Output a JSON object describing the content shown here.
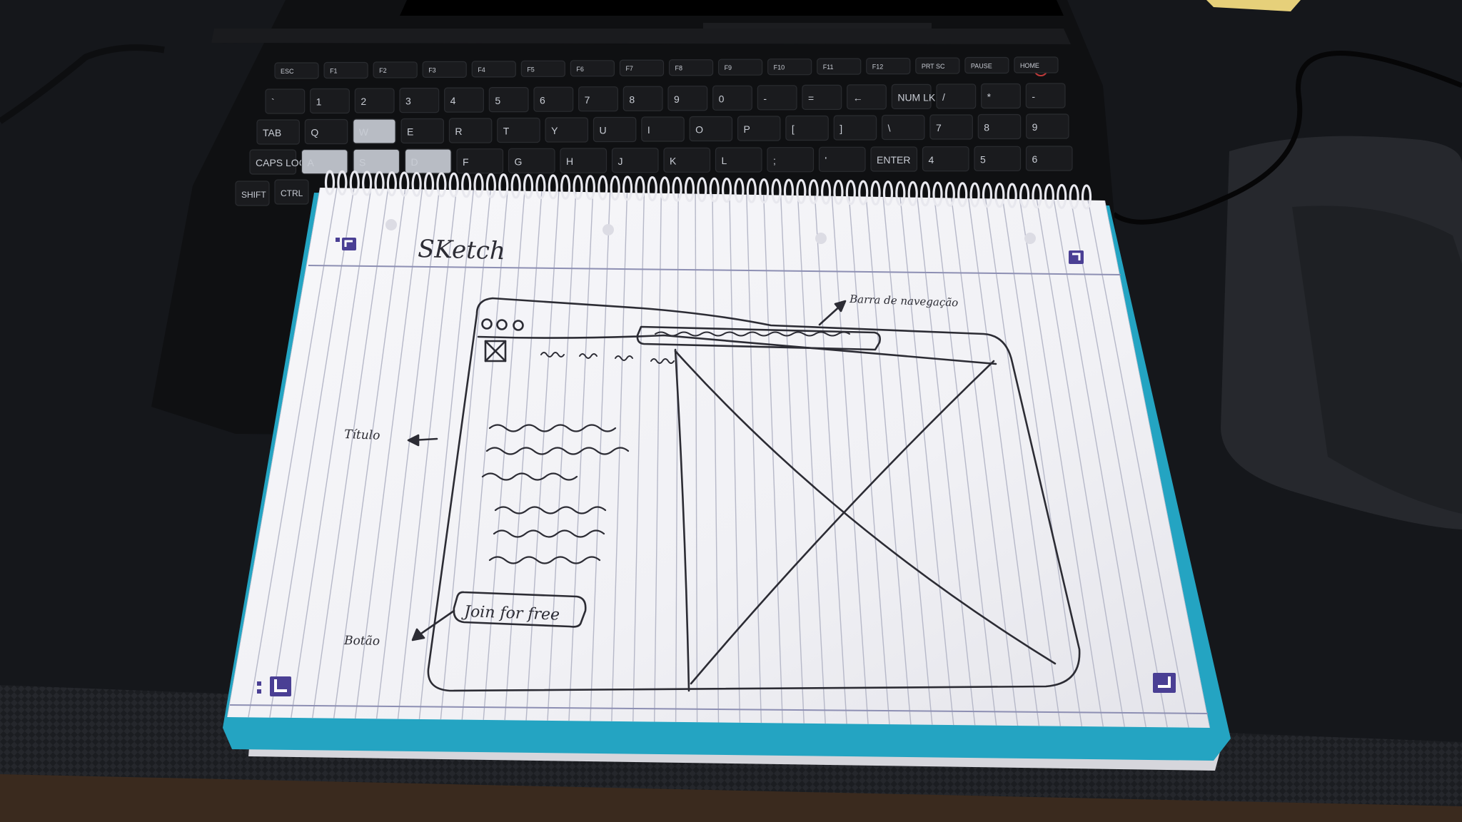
{
  "sketch": {
    "title": "SKetch",
    "annotations": {
      "nav_bar_label": "Barra de navegação",
      "title_label": "Título",
      "button_label": "Botão"
    },
    "button_text": "Join for free",
    "window_dots": "ooo"
  },
  "keyboard": {
    "row_function": [
      "ESC",
      "F1",
      "F2",
      "F3",
      "F4",
      "F5",
      "F6",
      "F7",
      "F8",
      "F9",
      "F10",
      "F11",
      "F12",
      "PRT SC",
      "PAUSE",
      "HOME"
    ],
    "row_numbers": [
      "`",
      "1",
      "2",
      "3",
      "4",
      "5",
      "6",
      "7",
      "8",
      "9",
      "0",
      "-",
      "=",
      "←",
      "NUM LK",
      "/",
      "*",
      "-"
    ],
    "row_qwerty": [
      "TAB",
      "Q",
      "W",
      "E",
      "R",
      "T",
      "Y",
      "U",
      "I",
      "O",
      "P",
      "[",
      "]",
      "\\",
      "7",
      "8",
      "9"
    ],
    "row_home": [
      "CAPS LOCK",
      "A",
      "S",
      "D",
      "F",
      "G",
      "H",
      "J",
      "K",
      "L",
      ";",
      "'",
      "ENTER",
      "4",
      "5",
      "6"
    ],
    "row_bottom": [
      "SHIFT",
      "CTRL"
    ],
    "highlighted_keys": [
      "W",
      "A",
      "S",
      "D"
    ]
  },
  "colors": {
    "desk": "#14161a",
    "paper": "#f4f4f7",
    "paper_lines": "#b6b8c8",
    "notebook_cover": "#27a6c4",
    "pen_ink": "#2c2c34",
    "corner_marker": "#4a3f94"
  }
}
